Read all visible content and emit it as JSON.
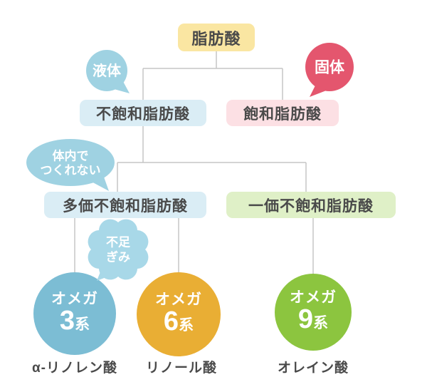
{
  "diagram": {
    "root": {
      "label": "脂肪酸"
    },
    "callouts": {
      "liquid": {
        "label": "液体"
      },
      "solid": {
        "label": "固体"
      },
      "not_made_in_body": {
        "line1": "体内で",
        "line2": "つくれない"
      },
      "insufficient": {
        "line1": "不足",
        "line2": "ぎみ"
      }
    },
    "level2": {
      "unsaturated": {
        "label": "不飽和脂肪酸"
      },
      "saturated": {
        "label": "飽和脂肪酸"
      }
    },
    "level3": {
      "polyunsaturated": {
        "label": "多価不飽和脂肪酸"
      },
      "monounsaturated": {
        "label": "一価不飽和脂肪酸"
      }
    },
    "omega_groups": [
      {
        "prefix": "オメガ",
        "number": "3",
        "suffix": "系",
        "acid": "α-リノレン酸"
      },
      {
        "prefix": "オメガ",
        "number": "6",
        "suffix": "系",
        "acid": "リノール酸"
      },
      {
        "prefix": "オメガ",
        "number": "9",
        "suffix": "系",
        "acid": "オレイン酸"
      }
    ]
  },
  "palette": {
    "root_box": "#FAE6A2",
    "light_blue_box": "#DAEDF5",
    "pink_box": "#FCE0E4",
    "green_box": "#DFF0C7",
    "bubble_blue": "#9FD2E2",
    "bubble_red": "#E4566E",
    "cloud_blue": "#A8D8E8",
    "omega3_circle": "#7CBDD4",
    "omega6_circle": "#E9AE34",
    "omega9_circle": "#8CC53F",
    "text_dark": "#4A4A4A",
    "connector_line": "#C5C5C5"
  }
}
